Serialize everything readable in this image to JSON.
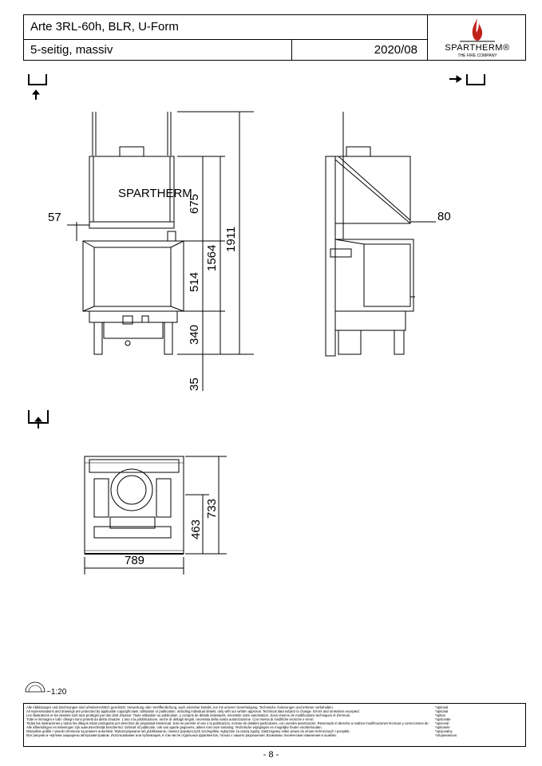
{
  "title_block": {
    "title": "Arte 3RL-60h, BLR, U-Form",
    "subtitle": "5-seitig, massiv",
    "date": "2020/08",
    "brand": "SPARTHERM®",
    "brand_tagline": "THE FIRE COMPANY"
  },
  "drawing": {
    "front_stove_label": "SPARTHERM",
    "dims_front": {
      "d57": "57",
      "d675": "675",
      "d514": "514",
      "d340": "340",
      "d35": "35",
      "d1564": "1564",
      "d1911": "1911"
    },
    "dims_side": {
      "d80": "80"
    },
    "dims_top": {
      "d463": "463",
      "d733": "733",
      "d789": "789"
    }
  },
  "scale": "~1:20",
  "legal": {
    "lines": [
      "Alle Abbildungen und Zeichnungen sind urheberrechtlich geschützt. Verwertung oder Veröffentlichung, auch einzelner Details, nur mit unserer Genehmigung. Technische Änderungen und Irrtümer vorbehalten.",
      "All representations and drawings are protected by applicable copyright laws. Utilisation or publication, including individual details, only with our written approval. Technical data subject to change. Errors and omissions excepted.",
      "Les illustrations et les dessins sont tous protégés par des droit d'auteur. Toute utilisation ou publication, y compris de détails individuels, nécessite notre autorisation. Sous réserve de modifications techniques et d'erreurs.",
      "Tutte le immagini e tutti i disegni sono protetti da diritto d'autore. L'uso o la pubblicazione, anche di dettagli singoli, necessita della nostra autorizzazione. Con riserva di modifiche tecniche e errori.",
      "Todas las ilustraciones y todos los dibujos están protegidos por derechos de propiedad intelectual. Solo se permite el uso o la publicación, incluso de detalles particulares, con nuestra autorización. Reservado el derecho a realizar modificaciones técnicas y correcciones de errores.",
      "Alle afbeeldingen en tekeningen zijn auteursrechtelijk beschermd. Gebruik of publicatie, ook van aparte gegevens, alleen met onze toelating. Technische wijzigingen en mogelijke fouten voorbehouden.",
      "Wszystkie grafiki i rysunki chronione są prawem autorskim. Wykorzystywanie lub publikowanie, również pojedynczych szczegółów, wyłącznie za naszą zgodą. Zastrzegamy sobie prawo do zmian technicznych i pomyłek.",
      "Все рисунки и чертежи защищены авторским правом. Использование или публикация, в том числе отдельных фрагментов, только с нашего разрешения. Возможны технические изменения и ошибки."
    ],
    "optional": [
      "*optional",
      "*optional",
      "",
      "*option",
      "*opzionale",
      "*opcional",
      "",
      "*optionele",
      "*opcjonalny",
      "*опционально"
    ]
  },
  "page_number": "- 8 -"
}
